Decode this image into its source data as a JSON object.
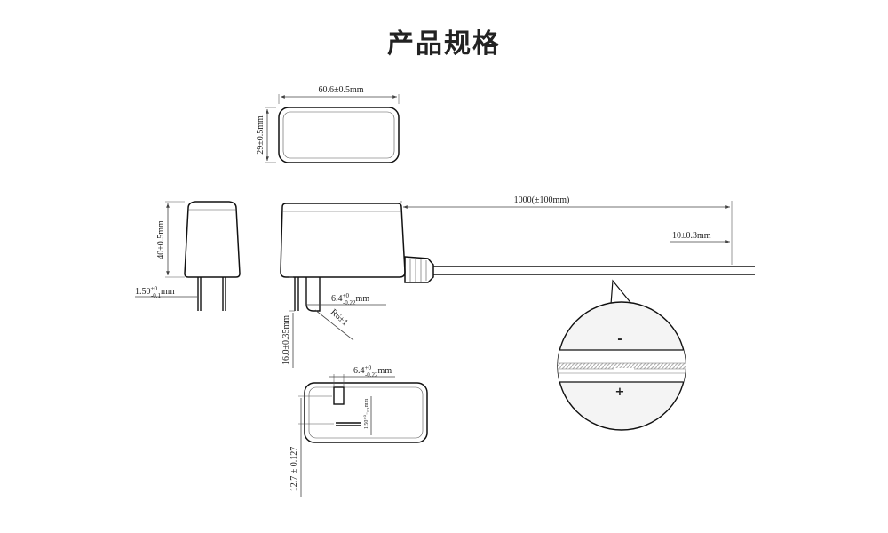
{
  "title": "产品规格",
  "dimensions": {
    "top_width": "60.6±0.5mm",
    "top_depth": "29±0.5mm",
    "cable_length": "1000(±100mm)",
    "strip_length": "10±0.3mm",
    "body_height": "40±0.5mm",
    "pin_thickness_base": "1.50",
    "pin_thickness_tol_upper": "+0",
    "pin_thickness_tol_lower": "-0.1",
    "pin_thickness_unit": "mm",
    "pin_width_base": "6.4",
    "pin_width_tol_upper": "+0",
    "pin_width_tol_lower": "-0.22",
    "pin_width_unit": "mm",
    "pin_radius": "R6±1",
    "pin_length": "16.0±0.35mm",
    "bottom_pin_width_base": "6.4",
    "bottom_pin_width_tol_upper": "+0",
    "bottom_pin_width_tol_lower": "-0.22",
    "bottom_pin_width_unit": "mm",
    "bottom_pin_thickness": "1.50⁺⁰₋₀.₁mm",
    "pin_spacing": "12.7 ± 0.127"
  },
  "polarity": {
    "negative": "-",
    "positive": "+"
  },
  "colors": {
    "outline": "#111111",
    "dimension_line": "#444444",
    "detail_fill": "#f4f4f4",
    "stripe": "#bbbbbb"
  }
}
